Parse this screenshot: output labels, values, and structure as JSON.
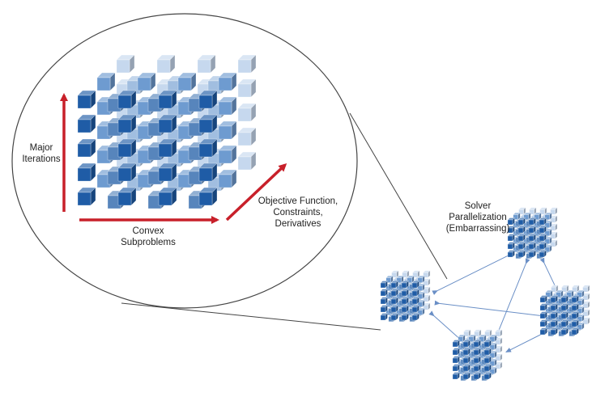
{
  "labels": {
    "major_iterations": "Major\nIterations",
    "convex_subproblems": "Convex\nSubproblems",
    "objective": "Objective Function,\nConstraints,\nDerivatives",
    "solver": "Solver\nParallelization\n(Embarrassing)"
  },
  "colors": {
    "arrow": "#c8202a",
    "line": "#444444",
    "connector": "#6a8fc6",
    "cube_dark": "#1f5ca6",
    "cube_mid": "#6e9bd0",
    "cube_light": "#c6d8ee"
  },
  "grid": {
    "rows": 5,
    "depth_layers": 5
  }
}
